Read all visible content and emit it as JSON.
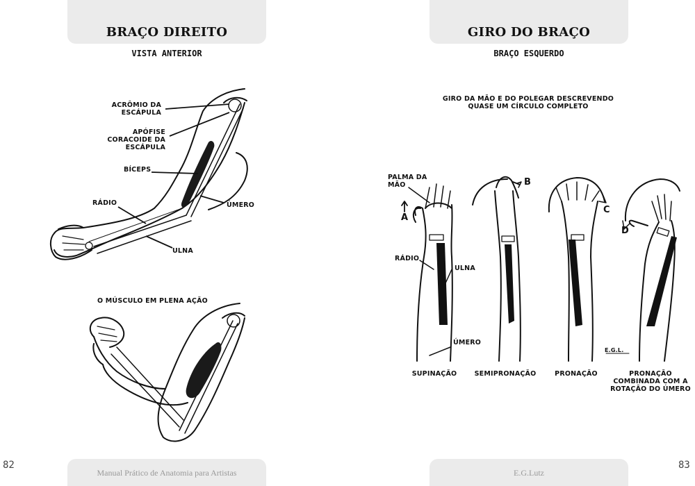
{
  "left_page": {
    "title": "BRAÇO DIREITO",
    "subtitle": "VISTA ANTERIOR",
    "labels": {
      "acromio": "ACRÔMIO DA\nESCÁPULA",
      "apofise": "APÓFISE\nCORACOIDE DA\nESCÁPULA",
      "biceps": "BÍCEPS",
      "radio": "RÁDIO",
      "umero": "ÚMERO",
      "ulna": "ULNA",
      "musculo": "O MÚSCULO EM PLENA AÇÃO"
    },
    "footer": "Manual Prático de Anatomia para Artistas",
    "page_number": "82"
  },
  "right_page": {
    "title": "GIRO DO BRAÇO",
    "subtitle": "BRAÇO ESQUERDO",
    "caption": "GIRO DA MÃO E DO POLEGAR DESCREVENDO\nQUASE UM CÍRCULO COMPLETO",
    "labels": {
      "palma": "PALMA DA\nMÃO",
      "radio": "RÁDIO",
      "ulna": "ULNA",
      "umero": "ÚMERO",
      "signature": "E.G.L."
    },
    "letters": [
      "A",
      "B",
      "C",
      "D"
    ],
    "stages": [
      {
        "label": "SUPINAÇÃO"
      },
      {
        "label": "SEMIPRONAÇÃO"
      },
      {
        "label": "PRONAÇÃO"
      },
      {
        "label": "PRONAÇÃO\nCOMBINADA COM A\nROTAÇÃO DO ÚMERO"
      }
    ],
    "footer": "E.G.Lutz",
    "page_number": "83"
  }
}
